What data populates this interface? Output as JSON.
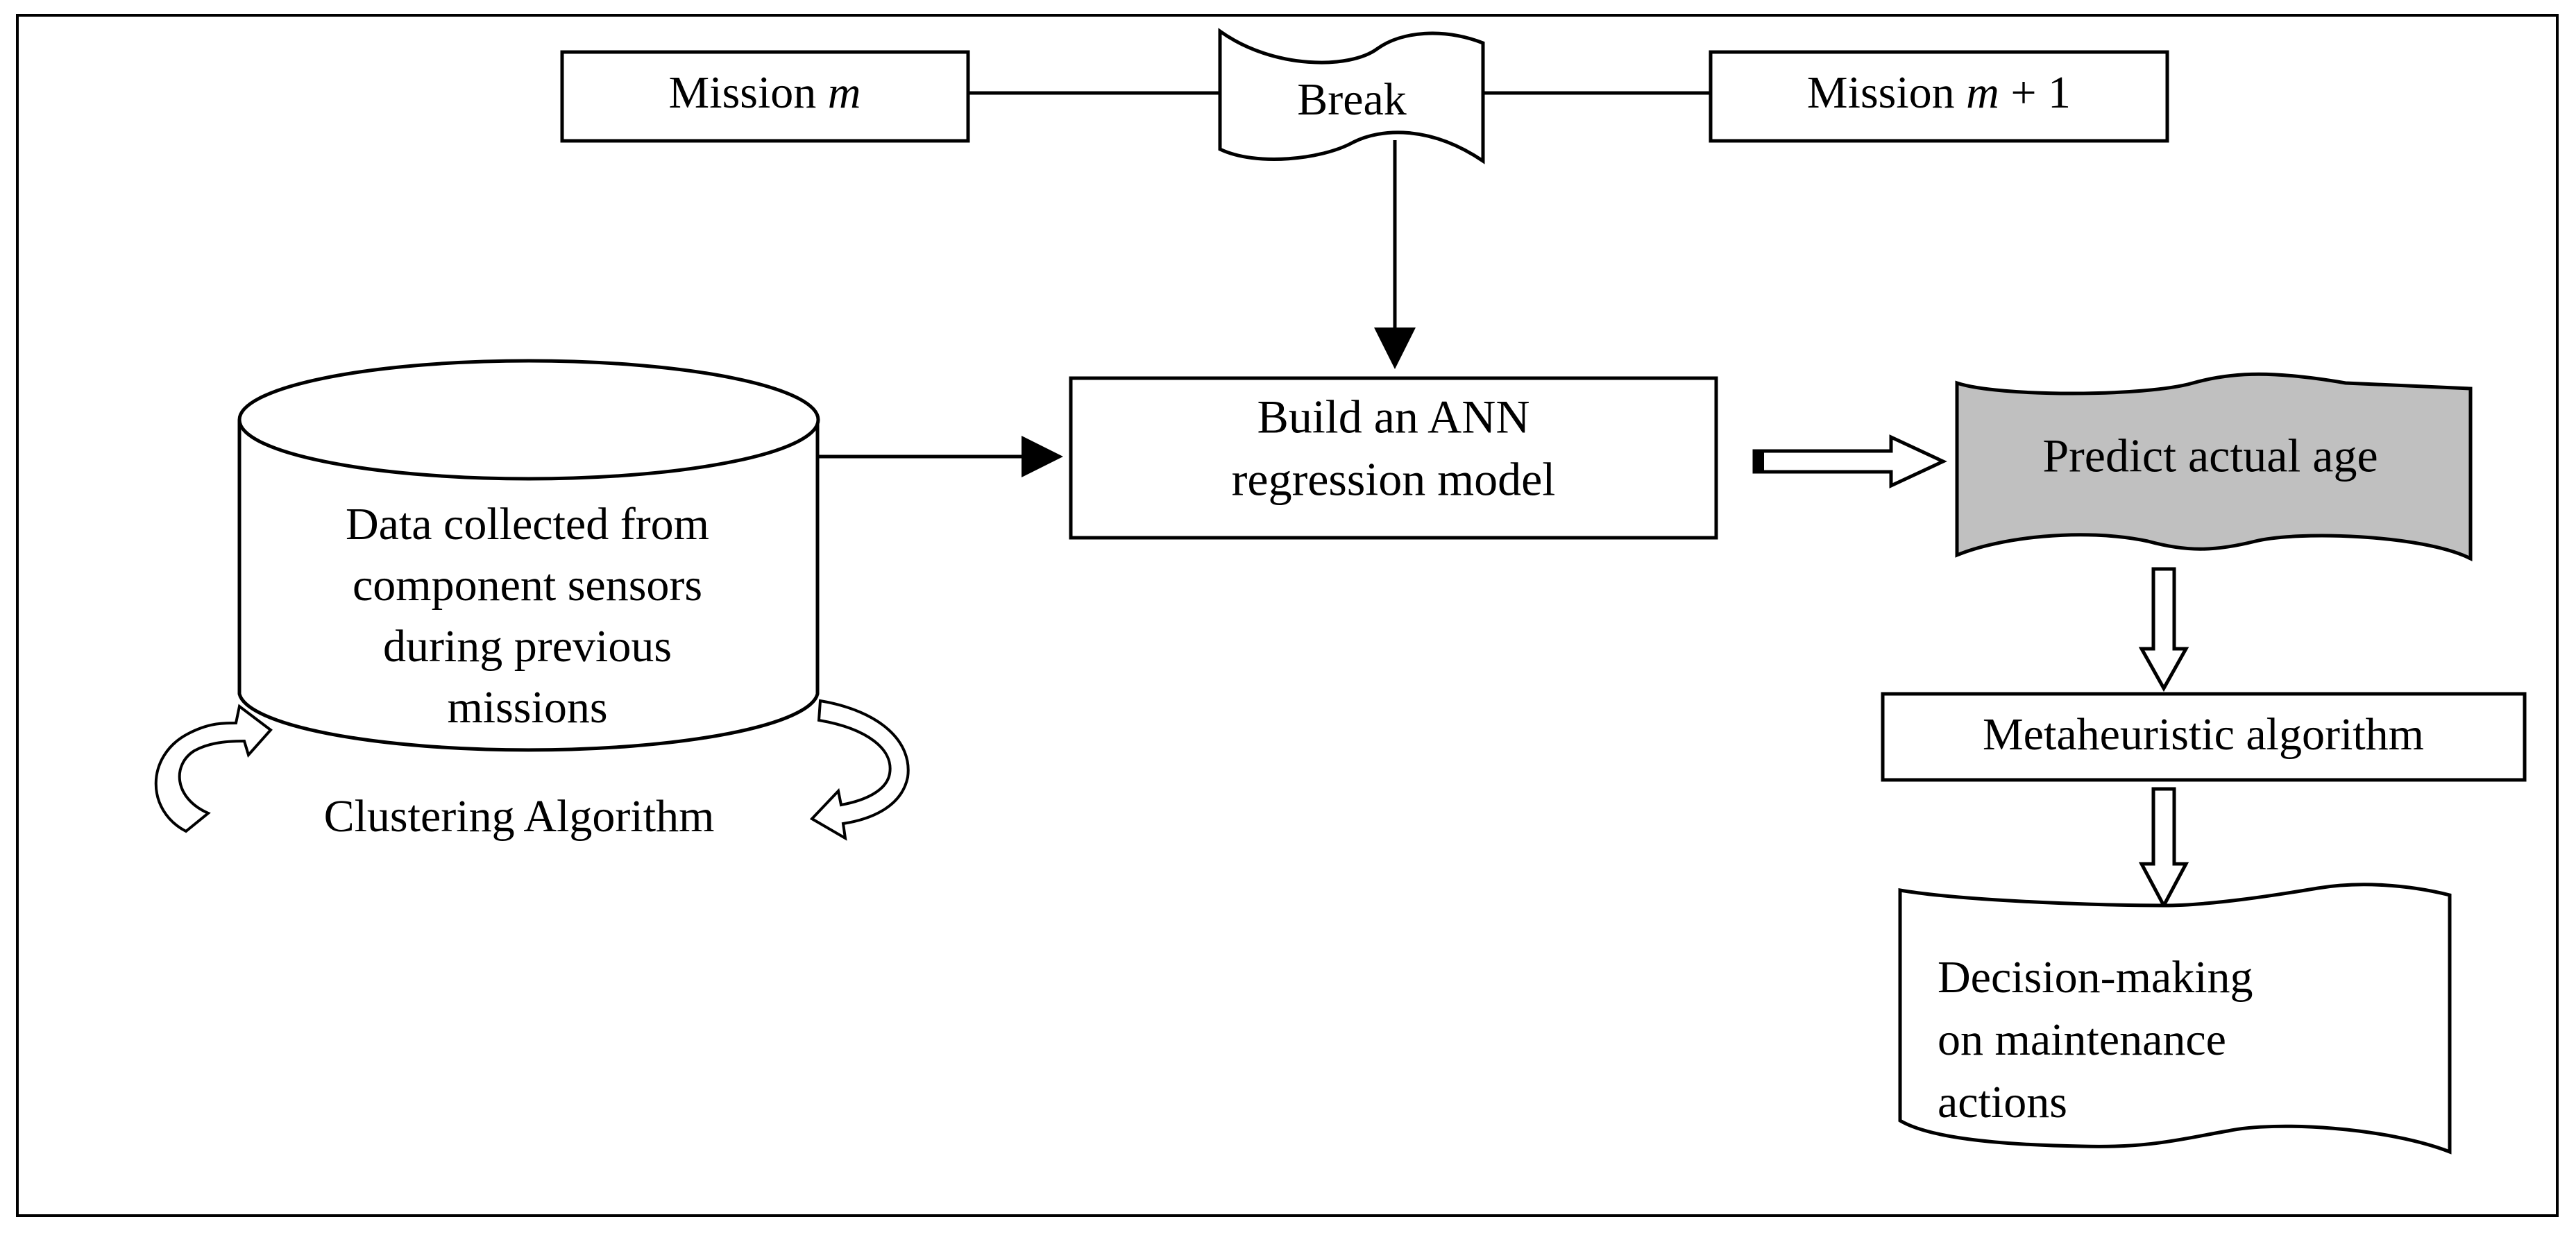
{
  "colors": {
    "stroke": "#000000",
    "background": "#ffffff",
    "highlight_fill": "#c0c0c0"
  },
  "nodes": {
    "mission_m": {
      "prefix": "Mission ",
      "var": "m",
      "suffix": ""
    },
    "break": {
      "label": "Break"
    },
    "mission_m1": {
      "prefix": "Mission ",
      "var": "m",
      "suffix": " + 1"
    },
    "ann": {
      "lines": [
        "Build an ANN",
        "regression model"
      ]
    },
    "database": {
      "lines": [
        "Data collected from",
        "component sensors",
        "during previous",
        "missions"
      ]
    },
    "clustering": {
      "label": "Clustering Algorithm"
    },
    "predict": {
      "label": "Predict actual age"
    },
    "metaheuristic": {
      "label": "Metaheuristic algorithm"
    },
    "decision": {
      "lines": [
        "Decision-making",
        "on maintenance",
        "actions"
      ]
    }
  }
}
